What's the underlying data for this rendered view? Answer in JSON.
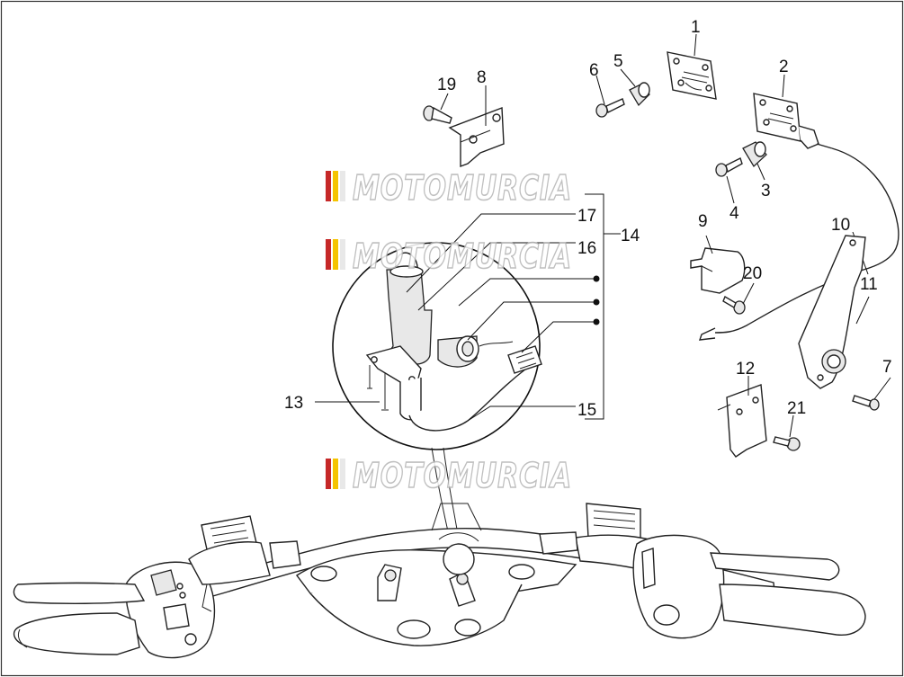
{
  "diagram": {
    "callouts": [
      "1",
      "2",
      "3",
      "4",
      "5",
      "6",
      "7",
      "8",
      "9",
      "10",
      "11",
      "12",
      "13",
      "14",
      "15",
      "16",
      "17",
      "19",
      "20",
      "21"
    ],
    "watermark": "MOTOMURCIA",
    "watermark_colors": [
      "#c62828",
      "#f5c400",
      "#e8e8e8"
    ]
  }
}
